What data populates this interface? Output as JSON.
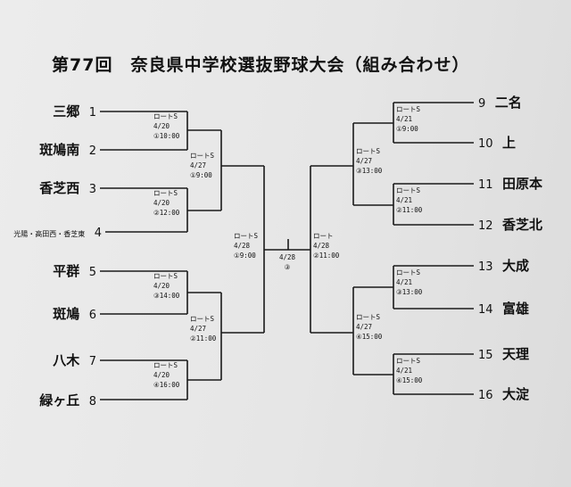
{
  "title": "第77回　奈良県中学校選抜野球大会（組み合わせ）",
  "teams_left": [
    {
      "name": "三郷",
      "num": "1"
    },
    {
      "name": "斑鳩南",
      "num": "2"
    },
    {
      "name": "香芝西",
      "num": "3"
    },
    {
      "name": "光陽・高田西・香芝東",
      "num": "4"
    },
    {
      "name": "平群",
      "num": "5"
    },
    {
      "name": "斑鳩",
      "num": "6"
    },
    {
      "name": "八木",
      "num": "7"
    },
    {
      "name": "緑ヶ丘",
      "num": "8"
    }
  ],
  "teams_right": [
    {
      "num": "9",
      "name": "二名"
    },
    {
      "num": "10",
      "name": "上"
    },
    {
      "num": "11",
      "name": "田原本"
    },
    {
      "num": "12",
      "name": "香芝北"
    },
    {
      "num": "13",
      "name": "大成"
    },
    {
      "num": "14",
      "name": "富雄"
    },
    {
      "num": "15",
      "name": "天理"
    },
    {
      "num": "16",
      "name": "大淀"
    }
  ],
  "matches": {
    "l1": {
      "venue": "ロートS",
      "date": "4/20",
      "time": "①10:00"
    },
    "l2": {
      "venue": "ロートS",
      "date": "4/20",
      "time": "②12:00"
    },
    "l3": {
      "venue": "ロートS",
      "date": "4/20",
      "time": "③14:00"
    },
    "l4": {
      "venue": "ロートS",
      "date": "4/20",
      "time": "④16:00"
    },
    "lq1": {
      "venue": "ロートS",
      "date": "4/27",
      "time": "①9:00"
    },
    "lq2": {
      "venue": "ロートS",
      "date": "4/27",
      "time": "②11:00"
    },
    "ls": {
      "venue": "ロートS",
      "date": "4/28",
      "time": "①9:00"
    },
    "r1": {
      "venue": "ロートS",
      "date": "4/21",
      "time": "①9:00"
    },
    "r2": {
      "venue": "ロートS",
      "date": "4/21",
      "time": "②11:00"
    },
    "r3": {
      "venue": "ロートS",
      "date": "4/21",
      "time": "③13:00"
    },
    "r4": {
      "venue": "ロートS",
      "date": "4/21",
      "time": "④15:00"
    },
    "rq1": {
      "venue": "ロートS",
      "date": "4/27",
      "time": "③13:00"
    },
    "rq2": {
      "venue": "ロートS",
      "date": "4/27",
      "time": "④15:00"
    },
    "rs": {
      "venue": "ロート",
      "date": "4/28",
      "time": "②11:00"
    },
    "final": {
      "date": "4/28",
      "time": "③"
    }
  }
}
